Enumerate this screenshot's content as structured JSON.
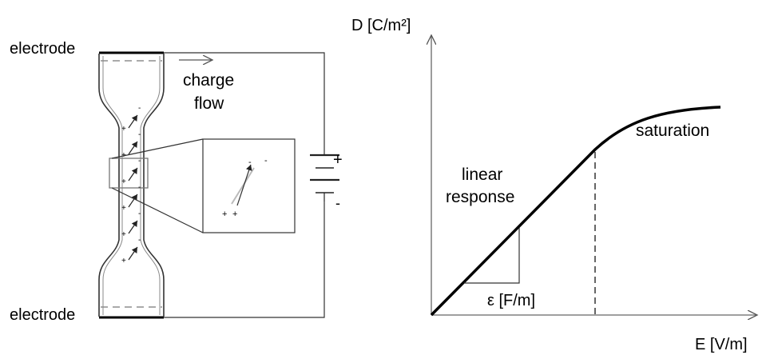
{
  "left_diagram": {
    "electrode_top_label": "electrode",
    "electrode_bottom_label": "electrode",
    "charge_flow_line1": "charge",
    "charge_flow_line2": "flow",
    "battery_plus": "+",
    "battery_minus": "-",
    "dipole_plus": "+",
    "dipole_minus": "-"
  },
  "right_graph": {
    "y_axis_label": "D [C/m²]",
    "x_axis_label": "E [V/m]",
    "linear_label_line1": "linear",
    "linear_label_line2": "response",
    "saturation_label": "saturation",
    "slope_label": "ε [F/m]"
  }
}
